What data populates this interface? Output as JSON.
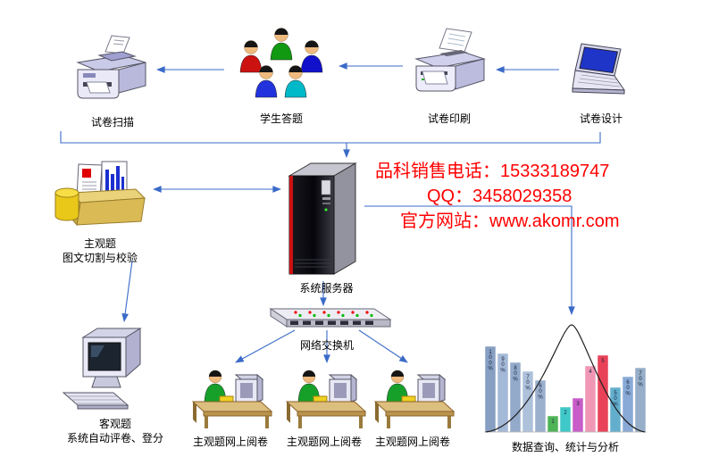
{
  "colors": {
    "connector": "#3a6bc8",
    "contact": "#ff0000"
  },
  "icons": {
    "scan": "scanner-icon",
    "students": "students-group-icon",
    "print": "printer-icon",
    "design": "laptop-icon",
    "subjective": "documents-box-icon",
    "server": "server-tower-icon",
    "switch": "network-switch-icon",
    "objective": "desktop-computer-icon",
    "marking": "marking-workstation-icon",
    "stats": "statistics-chart-icon"
  },
  "nodes": {
    "scan_label": "试卷扫描",
    "students_label": "学生答题",
    "print_label": "试卷印刷",
    "design_label": "试卷设计",
    "subjective_label1": "主观题",
    "subjective_label2": "图文切割与校验",
    "server_label": "系统服务器",
    "switch_label": "网络交换机",
    "objective_label1": "客观题",
    "objective_label2": "系统自动评卷、登分",
    "marking_labels": [
      "主观题网上阅卷",
      "主观题网上阅卷",
      "主观题网上阅卷"
    ],
    "stats_label": "数据查询、统计与分析"
  },
  "contact": {
    "phone": "品科销售电话：15333189747",
    "qq": "QQ：3458029358",
    "website": "官方网站：www.akomr.com"
  },
  "stats_chart": {
    "type": "bar",
    "bars": [
      {
        "label": "100%",
        "h": 96,
        "color": "#7d97bd"
      },
      {
        "label": "90%",
        "h": 88,
        "color": "#9db3d4"
      },
      {
        "label": "80%",
        "h": 78,
        "color": "#8aa3c6"
      },
      {
        "label": "70%",
        "h": 68,
        "color": "#a8bcd8"
      },
      {
        "label": "60%",
        "h": 58,
        "color": "#93aac9"
      },
      {
        "label": "1",
        "h": 18,
        "color": "#3fae49"
      },
      {
        "label": "2",
        "h": 28,
        "color": "#2fc4c4"
      },
      {
        "label": "3",
        "h": 38,
        "color": "#c44fc4"
      },
      {
        "label": "4",
        "h": 74,
        "color": "#ef8fb0"
      },
      {
        "label": "5",
        "h": 86,
        "color": "#e8334a"
      },
      {
        "label": "50%",
        "h": 50,
        "color": "#57a8c9"
      },
      {
        "label": "60%",
        "h": 62,
        "color": "#7fa3d4"
      },
      {
        "label": "70%",
        "h": 72,
        "color": "#8fa8c4"
      }
    ]
  }
}
